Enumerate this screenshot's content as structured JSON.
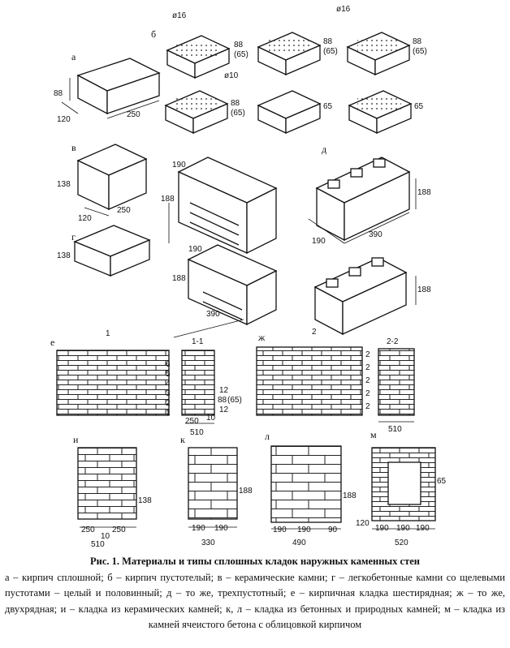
{
  "figure": {
    "panel_labels": {
      "a": "а",
      "b": "б",
      "v": "в",
      "g": "г",
      "d": "д",
      "e": "е",
      "zh": "ж",
      "i": "и",
      "k": "к",
      "l": "л",
      "m": "м"
    },
    "section_labels": {
      "s1": "1-1",
      "s2": "2-2",
      "m1": "1",
      "m2": "2"
    },
    "dims": {
      "d16": "ø16",
      "d10": "ø10",
      "h88": "88",
      "h65p": "(65)",
      "h65": "65",
      "w120": "120",
      "l250": "250",
      "h138": "138",
      "w120b": "120",
      "w250b": "250",
      "h190": "190",
      "h188": "188",
      "l390": "390",
      "w510": "510",
      "w330": "330",
      "w490": "490",
      "w520": "520",
      "c12": "12",
      "c88": "88",
      "c65": "(65)",
      "c10": "10",
      "c90": "90",
      "c120": "120",
      "c250": "250",
      "c190": "190",
      "c188": "188",
      "c138": "138",
      "c65b": "65"
    },
    "courses": [
      "6",
      "5",
      "4",
      "3",
      "2",
      "1"
    ],
    "courses2": [
      "2",
      "2",
      "2",
      "2",
      "2"
    ]
  },
  "caption": {
    "title": "Рис. 1. Материалы и типы сплошных кладок наружных каменных стен",
    "body": "а – кирпич сплошной; б – кирпич пустотелый; в – керамические камни; г – легкобетонные камни со щелевыми пустотами – целый и половинный; д – то же, трехпустотный; е – кирпичная кладка шестирядная; ж – то же, двухрядная; и – кладка из керамических камней; к, л – кладка из бетонных и природных камней; м – кладка из камней ячеистого бетона с облицовкой кирпичом"
  }
}
